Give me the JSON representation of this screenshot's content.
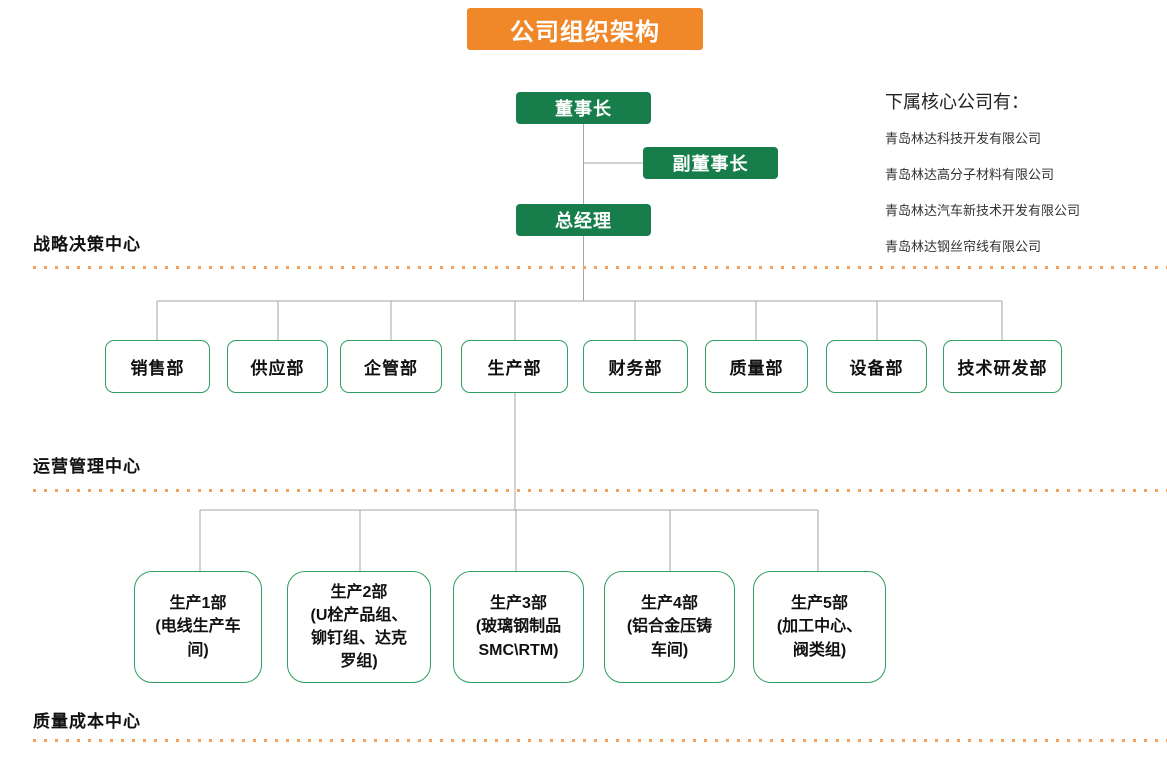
{
  "title": "公司组织架构",
  "colors": {
    "banner_orange": "#f0882a",
    "node_green": "#177e4b",
    "border_green": "#2f9e5f",
    "dotted_orange": "#f2a25c",
    "connector_gray": "#a6a6a6"
  },
  "leadership": {
    "chairman": "董事长",
    "vice_chairman": "副董事长",
    "general_manager": "总经理"
  },
  "subsidiaries": {
    "heading": "下属核心公司有：",
    "companies": [
      "青岛林达科技开发有限公司",
      "青岛林达高分子材料有限公司",
      "青岛林达汽车新技术开发有限公司",
      "青岛林达钢丝帘线有限公司"
    ]
  },
  "sections": {
    "strategic": "战略决策中心",
    "operations": "运营管理中心",
    "quality_cost": "质量成本中心"
  },
  "departments": [
    "销售部",
    "供应部",
    "企管部",
    "生产部",
    "财务部",
    "质量部",
    "设备部",
    "技术研发部"
  ],
  "production_units": [
    "生产1部\n(电线生产车\n间)",
    "生产2部\n(U栓产品组、\n铆钉组、达克\n罗组)",
    "生产3部\n(玻璃钢制品\nSMC\\RTM)",
    "生产4部\n(铝合金压铸\n车间)",
    "生产5部\n(加工中心、\n阀类组)"
  ]
}
